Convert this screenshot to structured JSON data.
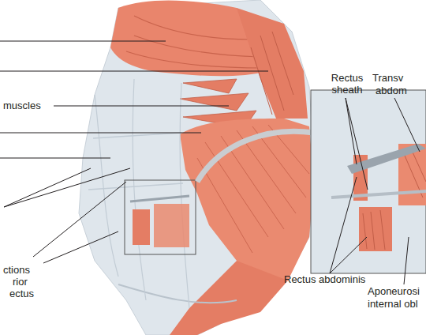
{
  "diagram": {
    "labels": [
      "Rectus sheath",
      "Transv",
      "abdom",
      "muscles",
      "ctions",
      "rior",
      "ectus",
      "Rectus abdominis",
      "Aponeurosi",
      "internal obl"
    ]
  }
}
